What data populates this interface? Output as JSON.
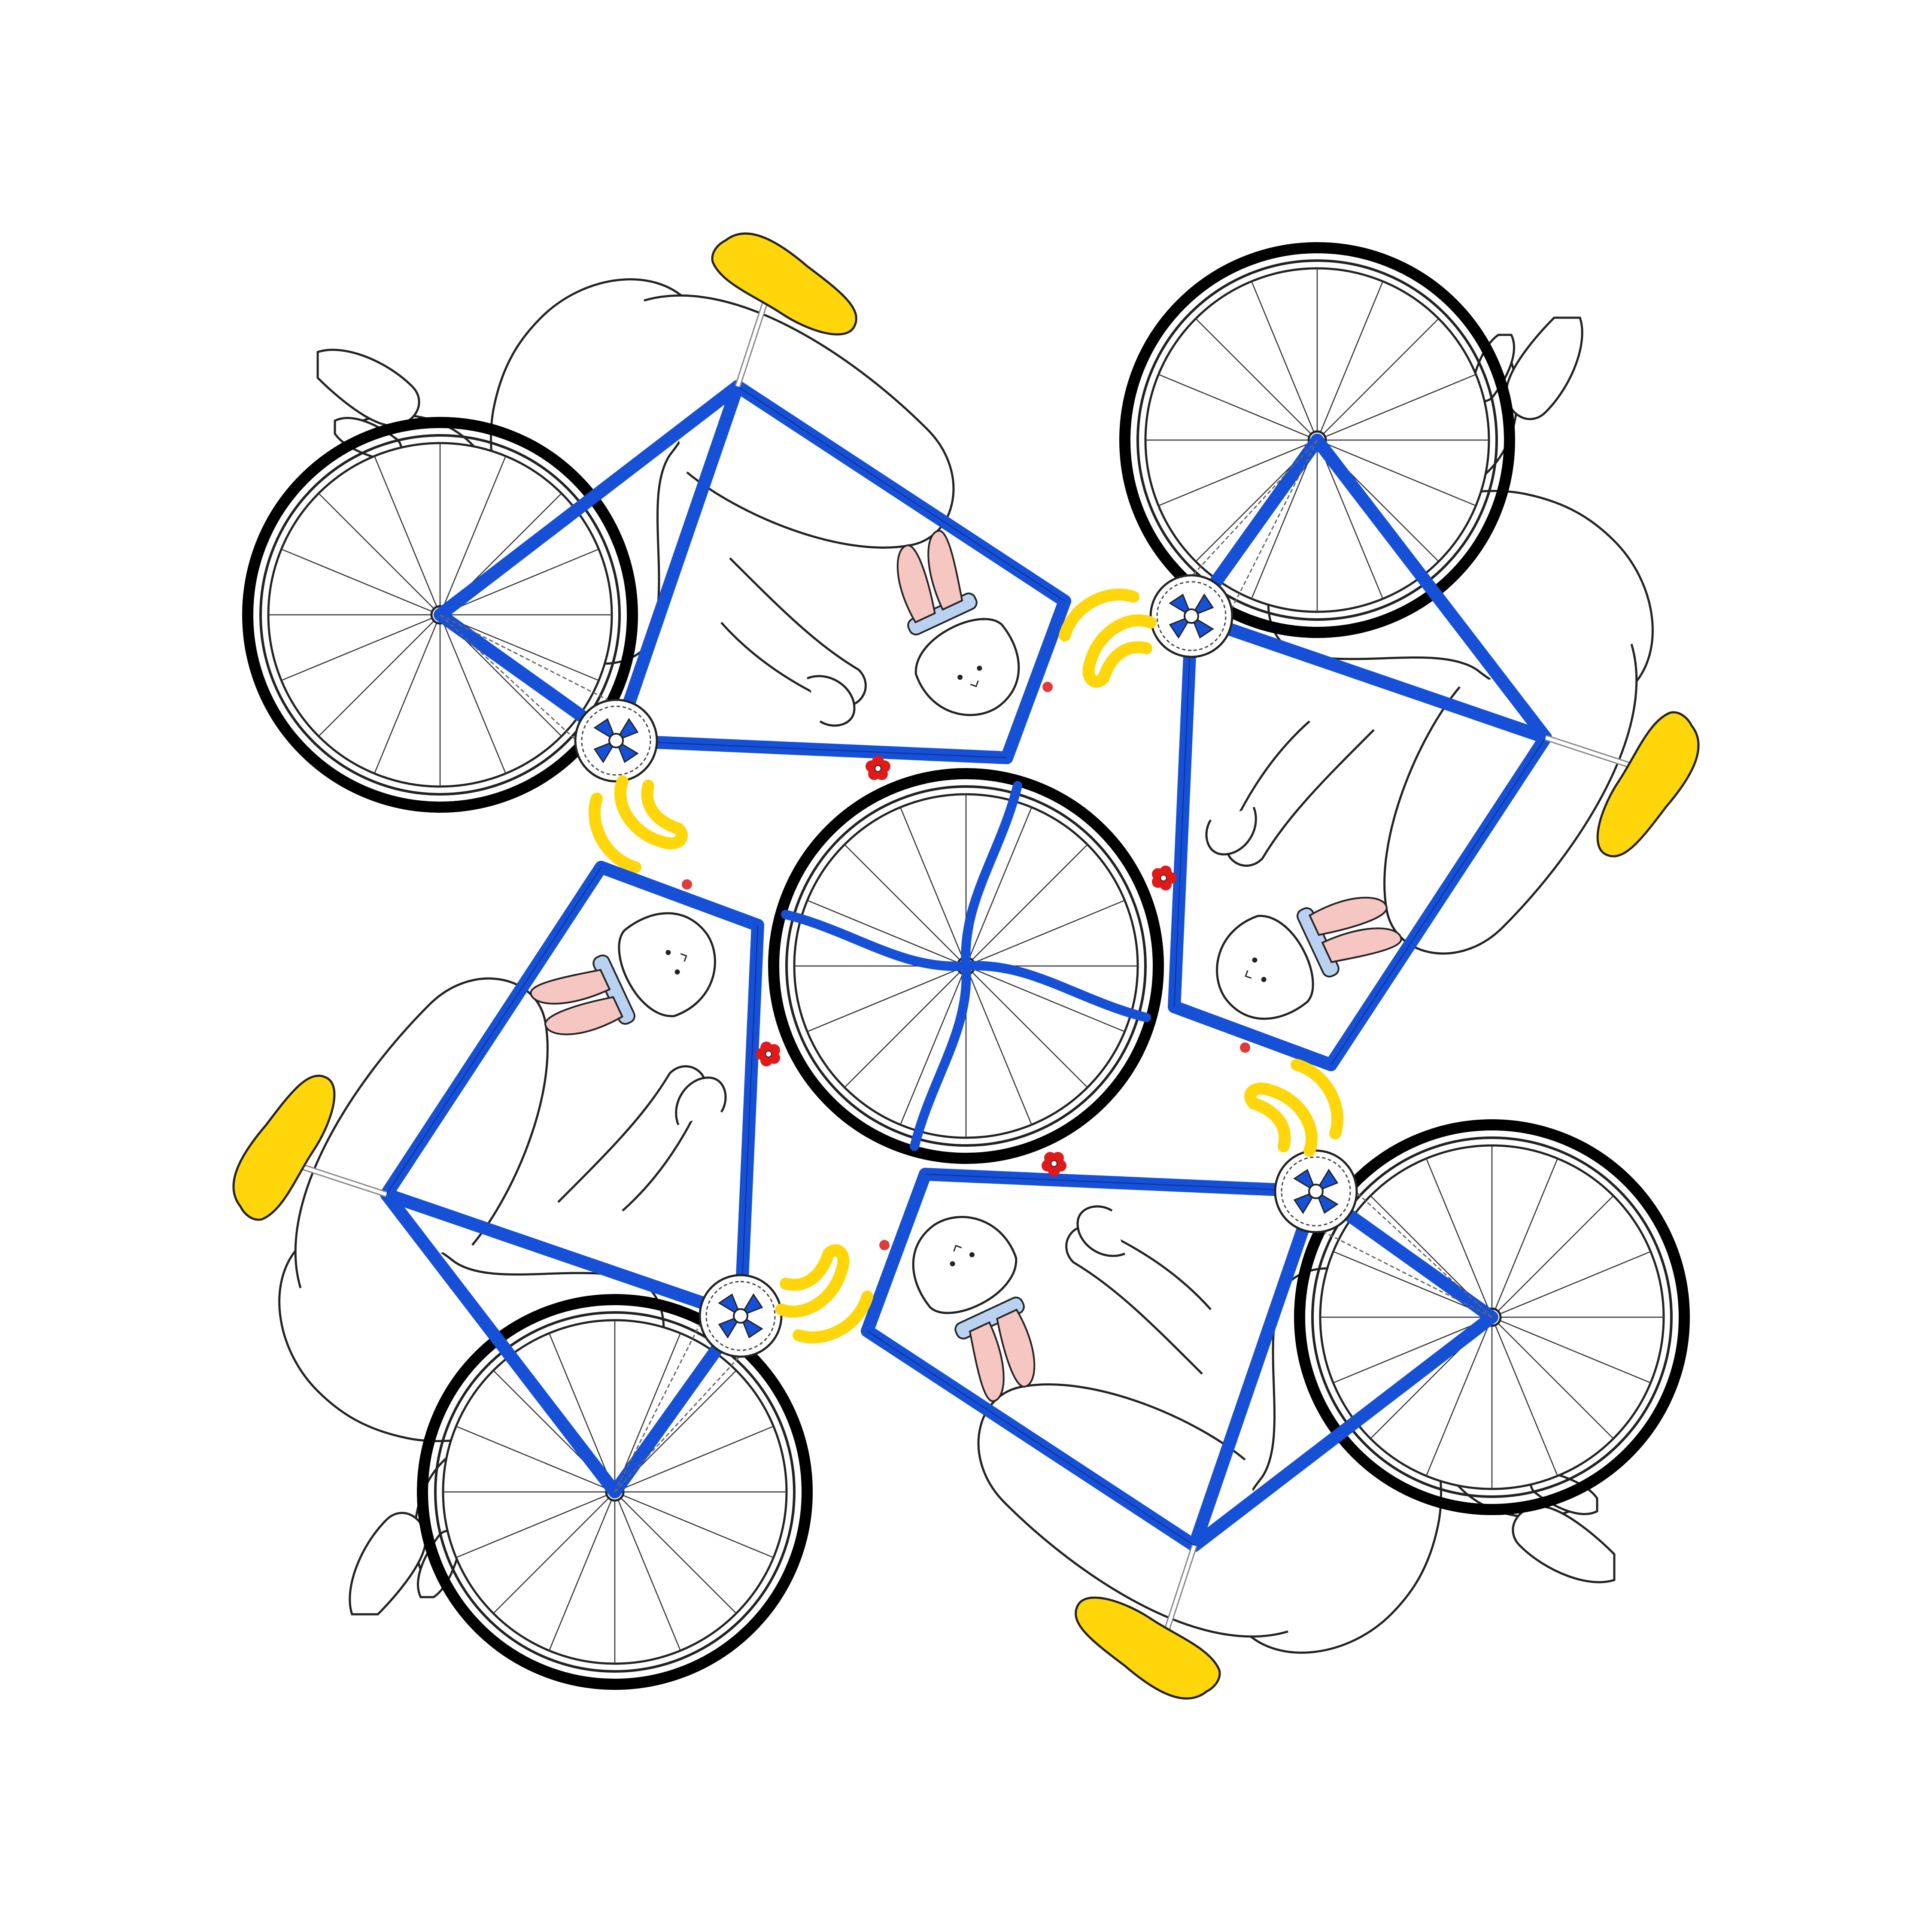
{
  "image": {
    "kind": "illustration",
    "subject": "bicycles",
    "rotational_symmetry": 4
  },
  "colors": {
    "background": "#ffffff",
    "frame": "#1650d6",
    "saddle": "#ffd60a",
    "handlebar": "#ffd60a",
    "tire": "#000000",
    "outline": "#1a1a1a",
    "flower": "#e01919",
    "ear_inner": "#f6c6c2",
    "ear_band": "#b9d2f2",
    "badge": "#e23a3a"
  },
  "icons": {
    "wheel": "wheel-icon",
    "saddle": "saddle-icon",
    "flower": "flower-icon",
    "crank": "crankset-icon",
    "rider": "rabbit-rider-icon"
  },
  "cyclists": [
    {
      "name": "cyclist-top-left"
    },
    {
      "name": "cyclist-top-right"
    },
    {
      "name": "cyclist-bottom-right"
    },
    {
      "name": "cyclist-bottom-left"
    }
  ]
}
